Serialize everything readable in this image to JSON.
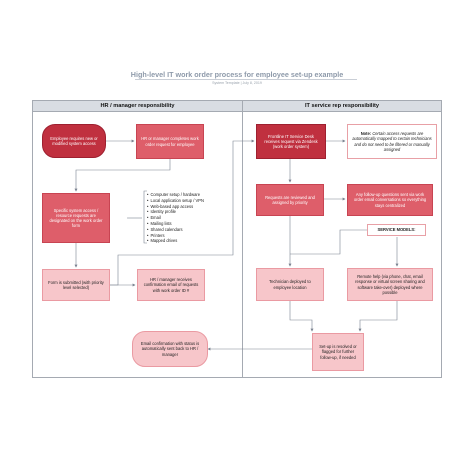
{
  "title": "High-level IT work order process for employee set-up example",
  "subtitle": "System Template | July 8, 2019",
  "lanes": {
    "left": "HR / manager responsibility",
    "right": "IT service rep responsibility"
  },
  "nodes": {
    "start": "Employee requires new or modified system access",
    "complete_request": "HR or manager completes work order request for employee",
    "specific_access": "Specific system access / resource requests are designated on the work order form",
    "form_submitted": "Form is submitted (with priority level selected)",
    "confirmation_received": "HR / manager receives confirmation email of requests with work order ID #",
    "service_desk": "Frontline IT Service Desk receives request via Zendesk (work order system)",
    "note_label": "Note:",
    "note_text": "Certain access requests are automatically mapped to certain technicians and do not need to be filtered or manually assigned",
    "reviewed": "Requests are reviewed and assigned by priority",
    "followup_questions": "Any follow-up questions sent via work order email conversations so everything stays centralized",
    "service_models": "SERVICE MODELS:",
    "technician_deployed": "Technician deployed to employee location",
    "remote_help": "Remote help (via phone, chat, email response or virtual screen sharing and software take-over) deployed where possible",
    "resolved": "Set-up is resolved or flagged for further follow-up, if needed",
    "email_confirmation": "Email confirmation with status is automatically sent back to HR / manager"
  },
  "access_list": [
    "Computer setup / hardware",
    "Local application setup / VPN",
    "Web-based app access",
    "Identity profile",
    "Email",
    "Mailing lists",
    "Shared calendars",
    "Printers",
    "Mapped drives"
  ],
  "colors": {
    "dark": "#c0303f",
    "mid": "#de5e6a",
    "light": "#f7c6ca",
    "lane_header": "#d9dde3",
    "connector": "#7a8290"
  }
}
